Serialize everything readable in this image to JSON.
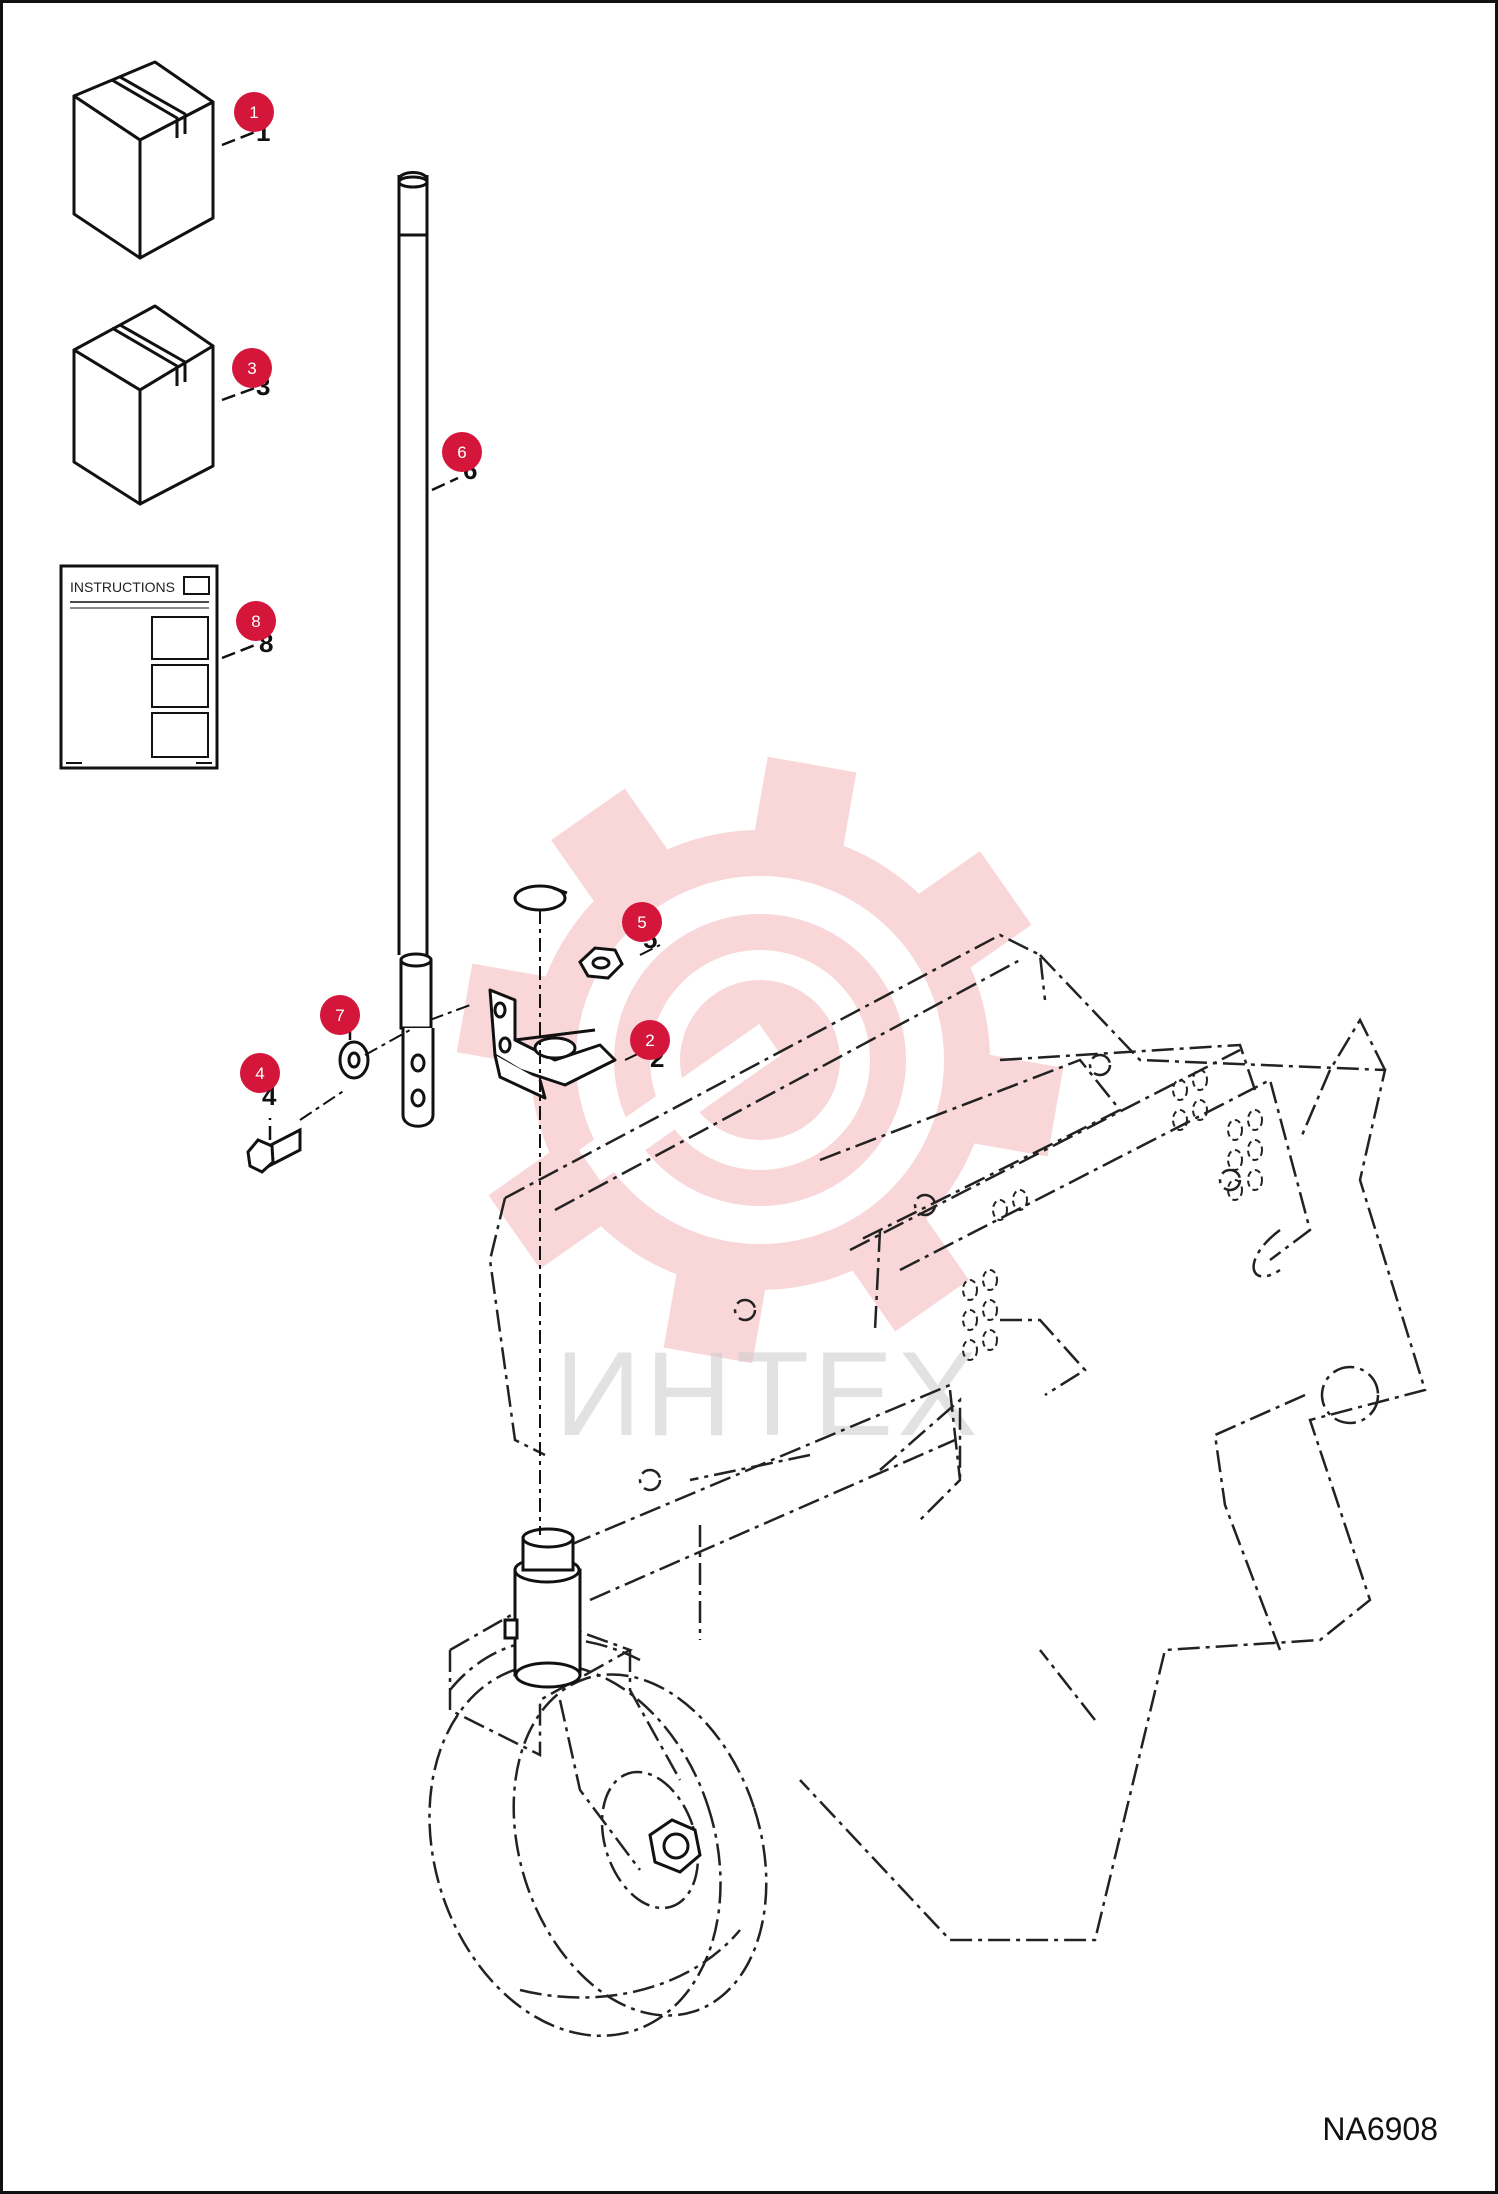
{
  "figure_code": "NA6908",
  "instructions_label": "INSTRUCTIONS",
  "watermark_text": "ИНТЕХ",
  "callout_color": "#d3163a",
  "watermark_color": "#f2a8ad",
  "callouts": [
    {
      "id": "1",
      "part_label": "1"
    },
    {
      "id": "2",
      "part_label": "2"
    },
    {
      "id": "3",
      "part_label": "3"
    },
    {
      "id": "4",
      "part_label": "4"
    },
    {
      "id": "5",
      "part_label": "5"
    },
    {
      "id": "6",
      "part_label": "6"
    },
    {
      "id": "7",
      "part_label": "7"
    },
    {
      "id": "8",
      "part_label": "8"
    }
  ]
}
